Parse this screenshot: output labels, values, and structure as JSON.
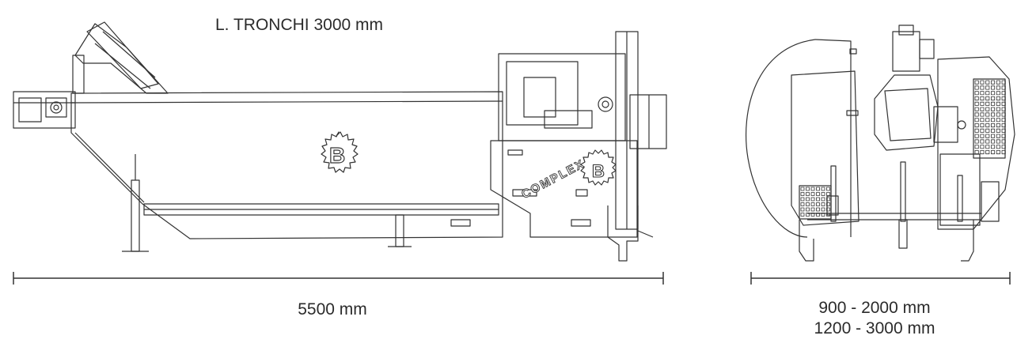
{
  "drawing": {
    "title": "L. TRONCHI 3000 mm",
    "length_dimension": "5500 mm",
    "width_dimension_1": "900 - 2000 mm",
    "width_dimension_2": "1200 - 3000 mm",
    "side_logo_text": "COMPLEX",
    "logo_letter": "B"
  },
  "colors": {
    "line": "#333333",
    "background": "#ffffff"
  }
}
